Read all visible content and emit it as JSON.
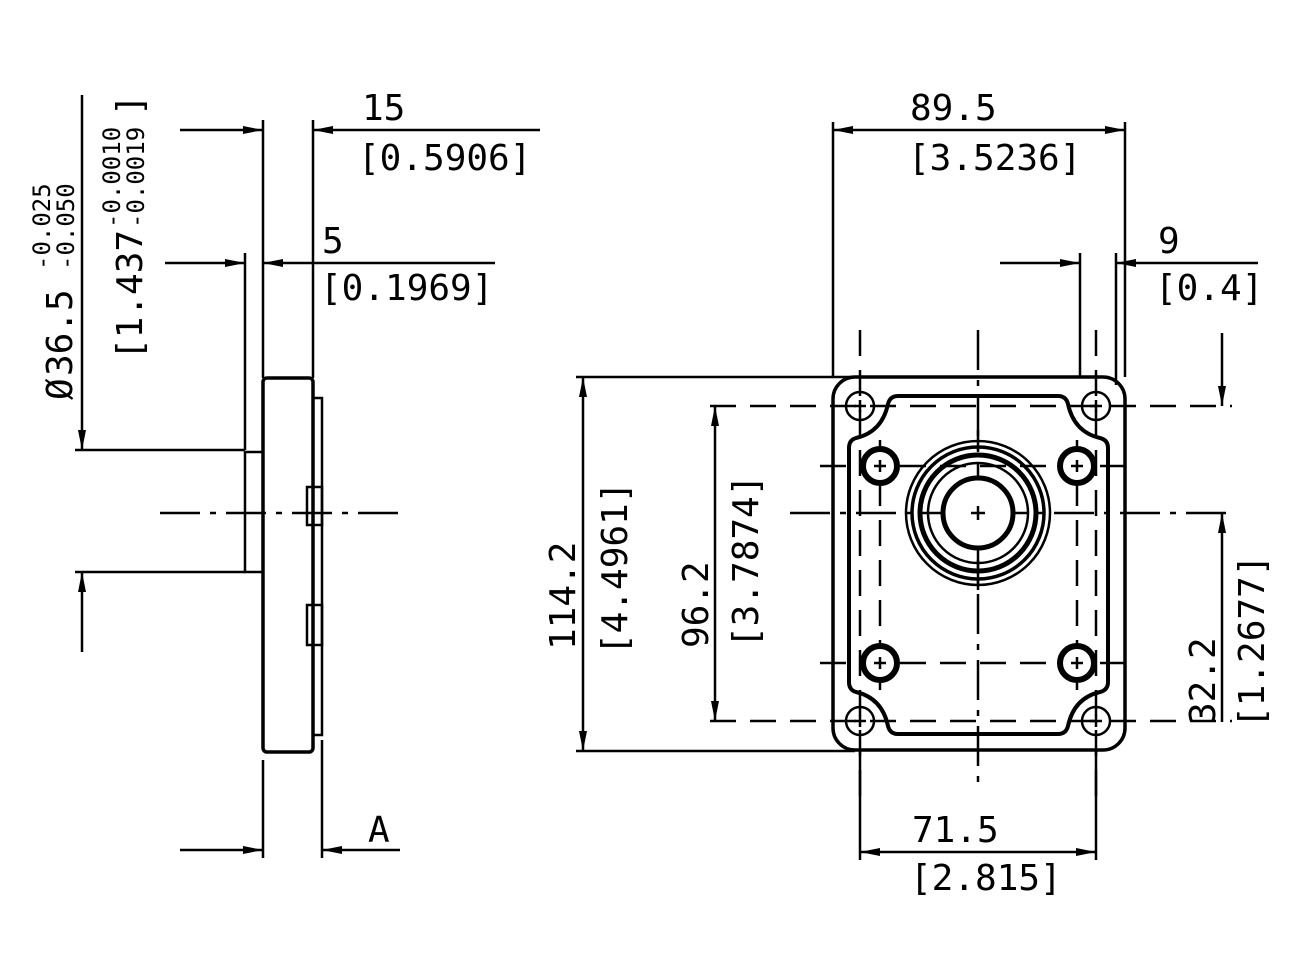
{
  "side_view": {
    "diameter": {
      "symbol": "Ø",
      "value": "36.5",
      "upper_tol": "-0.025",
      "lower_tol": "-0.050",
      "inch_value": "[1.437",
      "inch_upper_tol": "-0.0010",
      "inch_lower_tol": "-0.0019",
      "inch_close": "]"
    },
    "thickness": {
      "mm": "15",
      "inch": "[0.5906]"
    },
    "hub": {
      "mm": "5",
      "inch": "[0.1969]"
    },
    "a_label": "A"
  },
  "front_view": {
    "width": {
      "mm": "89.5",
      "inch": "[3.5236]"
    },
    "edge_offset": {
      "mm": "9",
      "inch": "[0.4]"
    },
    "height": {
      "mm": "114.2",
      "inch": "[4.4961]"
    },
    "hole_spacing_v": {
      "mm": "96.2",
      "inch": "[3.7874]"
    },
    "center_offset": {
      "mm": "32.2",
      "inch": "[1.2677]"
    },
    "hole_spacing_h": {
      "mm": "71.5",
      "inch": "[2.815]"
    }
  }
}
